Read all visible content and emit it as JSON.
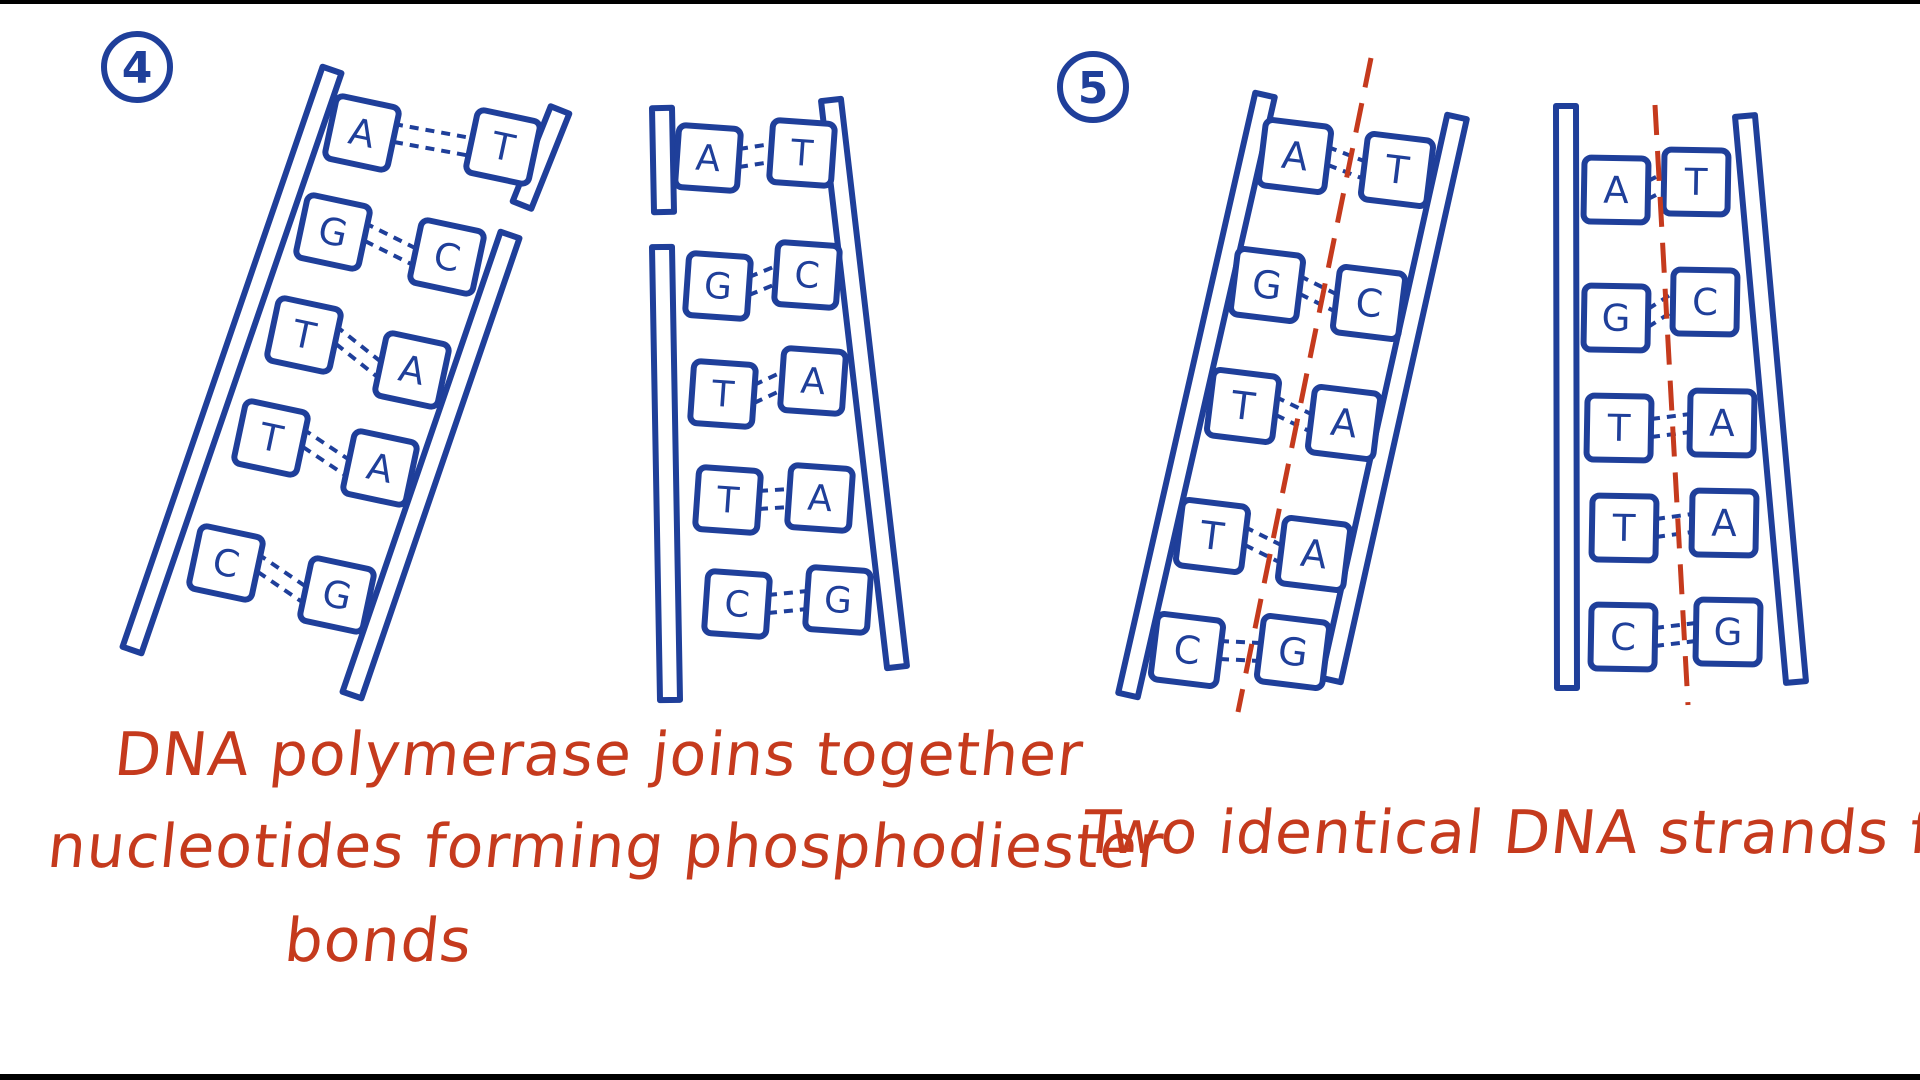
{
  "colors": {
    "ink_blue": "#1f3f9a",
    "ink_red": "#c53a1d",
    "background": "#ffffff",
    "frame": "#000000"
  },
  "step4": {
    "number": "4",
    "caption_lines": [
      "DNA polymerase joins together",
      "nucleotides forming phosphodiester",
      "bonds"
    ],
    "strand_left": {
      "pairs": [
        [
          "A",
          "T"
        ],
        [
          "G",
          "C"
        ],
        [
          "T",
          "A"
        ],
        [
          "T",
          "A"
        ],
        [
          "C",
          "G"
        ]
      ]
    },
    "strand_right": {
      "pairs": [
        [
          "A",
          "T"
        ],
        [
          "G",
          "C"
        ],
        [
          "T",
          "A"
        ],
        [
          "T",
          "A"
        ],
        [
          "C",
          "G"
        ]
      ]
    }
  },
  "step5": {
    "number": "5",
    "caption": "Two identical DNA strands formed",
    "strand_left": {
      "pairs": [
        [
          "A",
          "T"
        ],
        [
          "G",
          "C"
        ],
        [
          "T",
          "A"
        ],
        [
          "T",
          "A"
        ],
        [
          "C",
          "G"
        ]
      ]
    },
    "strand_right": {
      "pairs": [
        [
          "A",
          "T"
        ],
        [
          "G",
          "C"
        ],
        [
          "T",
          "A"
        ],
        [
          "T",
          "A"
        ],
        [
          "C",
          "G"
        ]
      ]
    }
  }
}
